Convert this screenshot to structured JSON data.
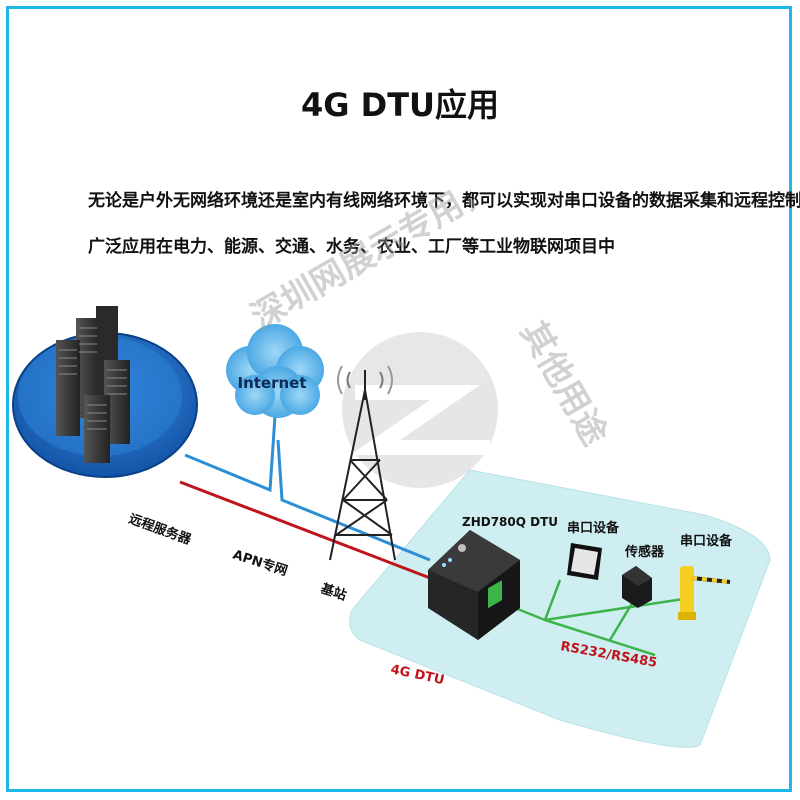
{
  "title": "4G DTU应用",
  "description": {
    "line1": "无论是户外无网络环境还是室内有线网络环境下，都可以实现对串口设备的数据采集和远程控制",
    "line2": "广泛应用在电力、能源、交通、水务、农业、工厂等工业物联网项目中"
  },
  "diagram": {
    "cloud_label": "Internet",
    "server_label": "远程服务器",
    "apn_label": "APN专网",
    "base_station_label": "基站",
    "dtu_model_label": "ZHD780Q DTU",
    "dtu_label": "4G DTU",
    "serial_device_label_1": "串口设备",
    "sensor_label": "传感器",
    "serial_device_label_2": "串口设备",
    "bus_label": "RS232/RS485"
  },
  "watermark": {
    "text_a": "深圳网展示专用，",
    "text_b": "其他用途"
  },
  "colors": {
    "frame": "#1fb8ea",
    "red_link": "#c0141c",
    "blue_link": "#2c8fd6",
    "green_bus": "#3cb44a",
    "platform": "#cfeef2",
    "server_base": "#1f6fc8"
  }
}
